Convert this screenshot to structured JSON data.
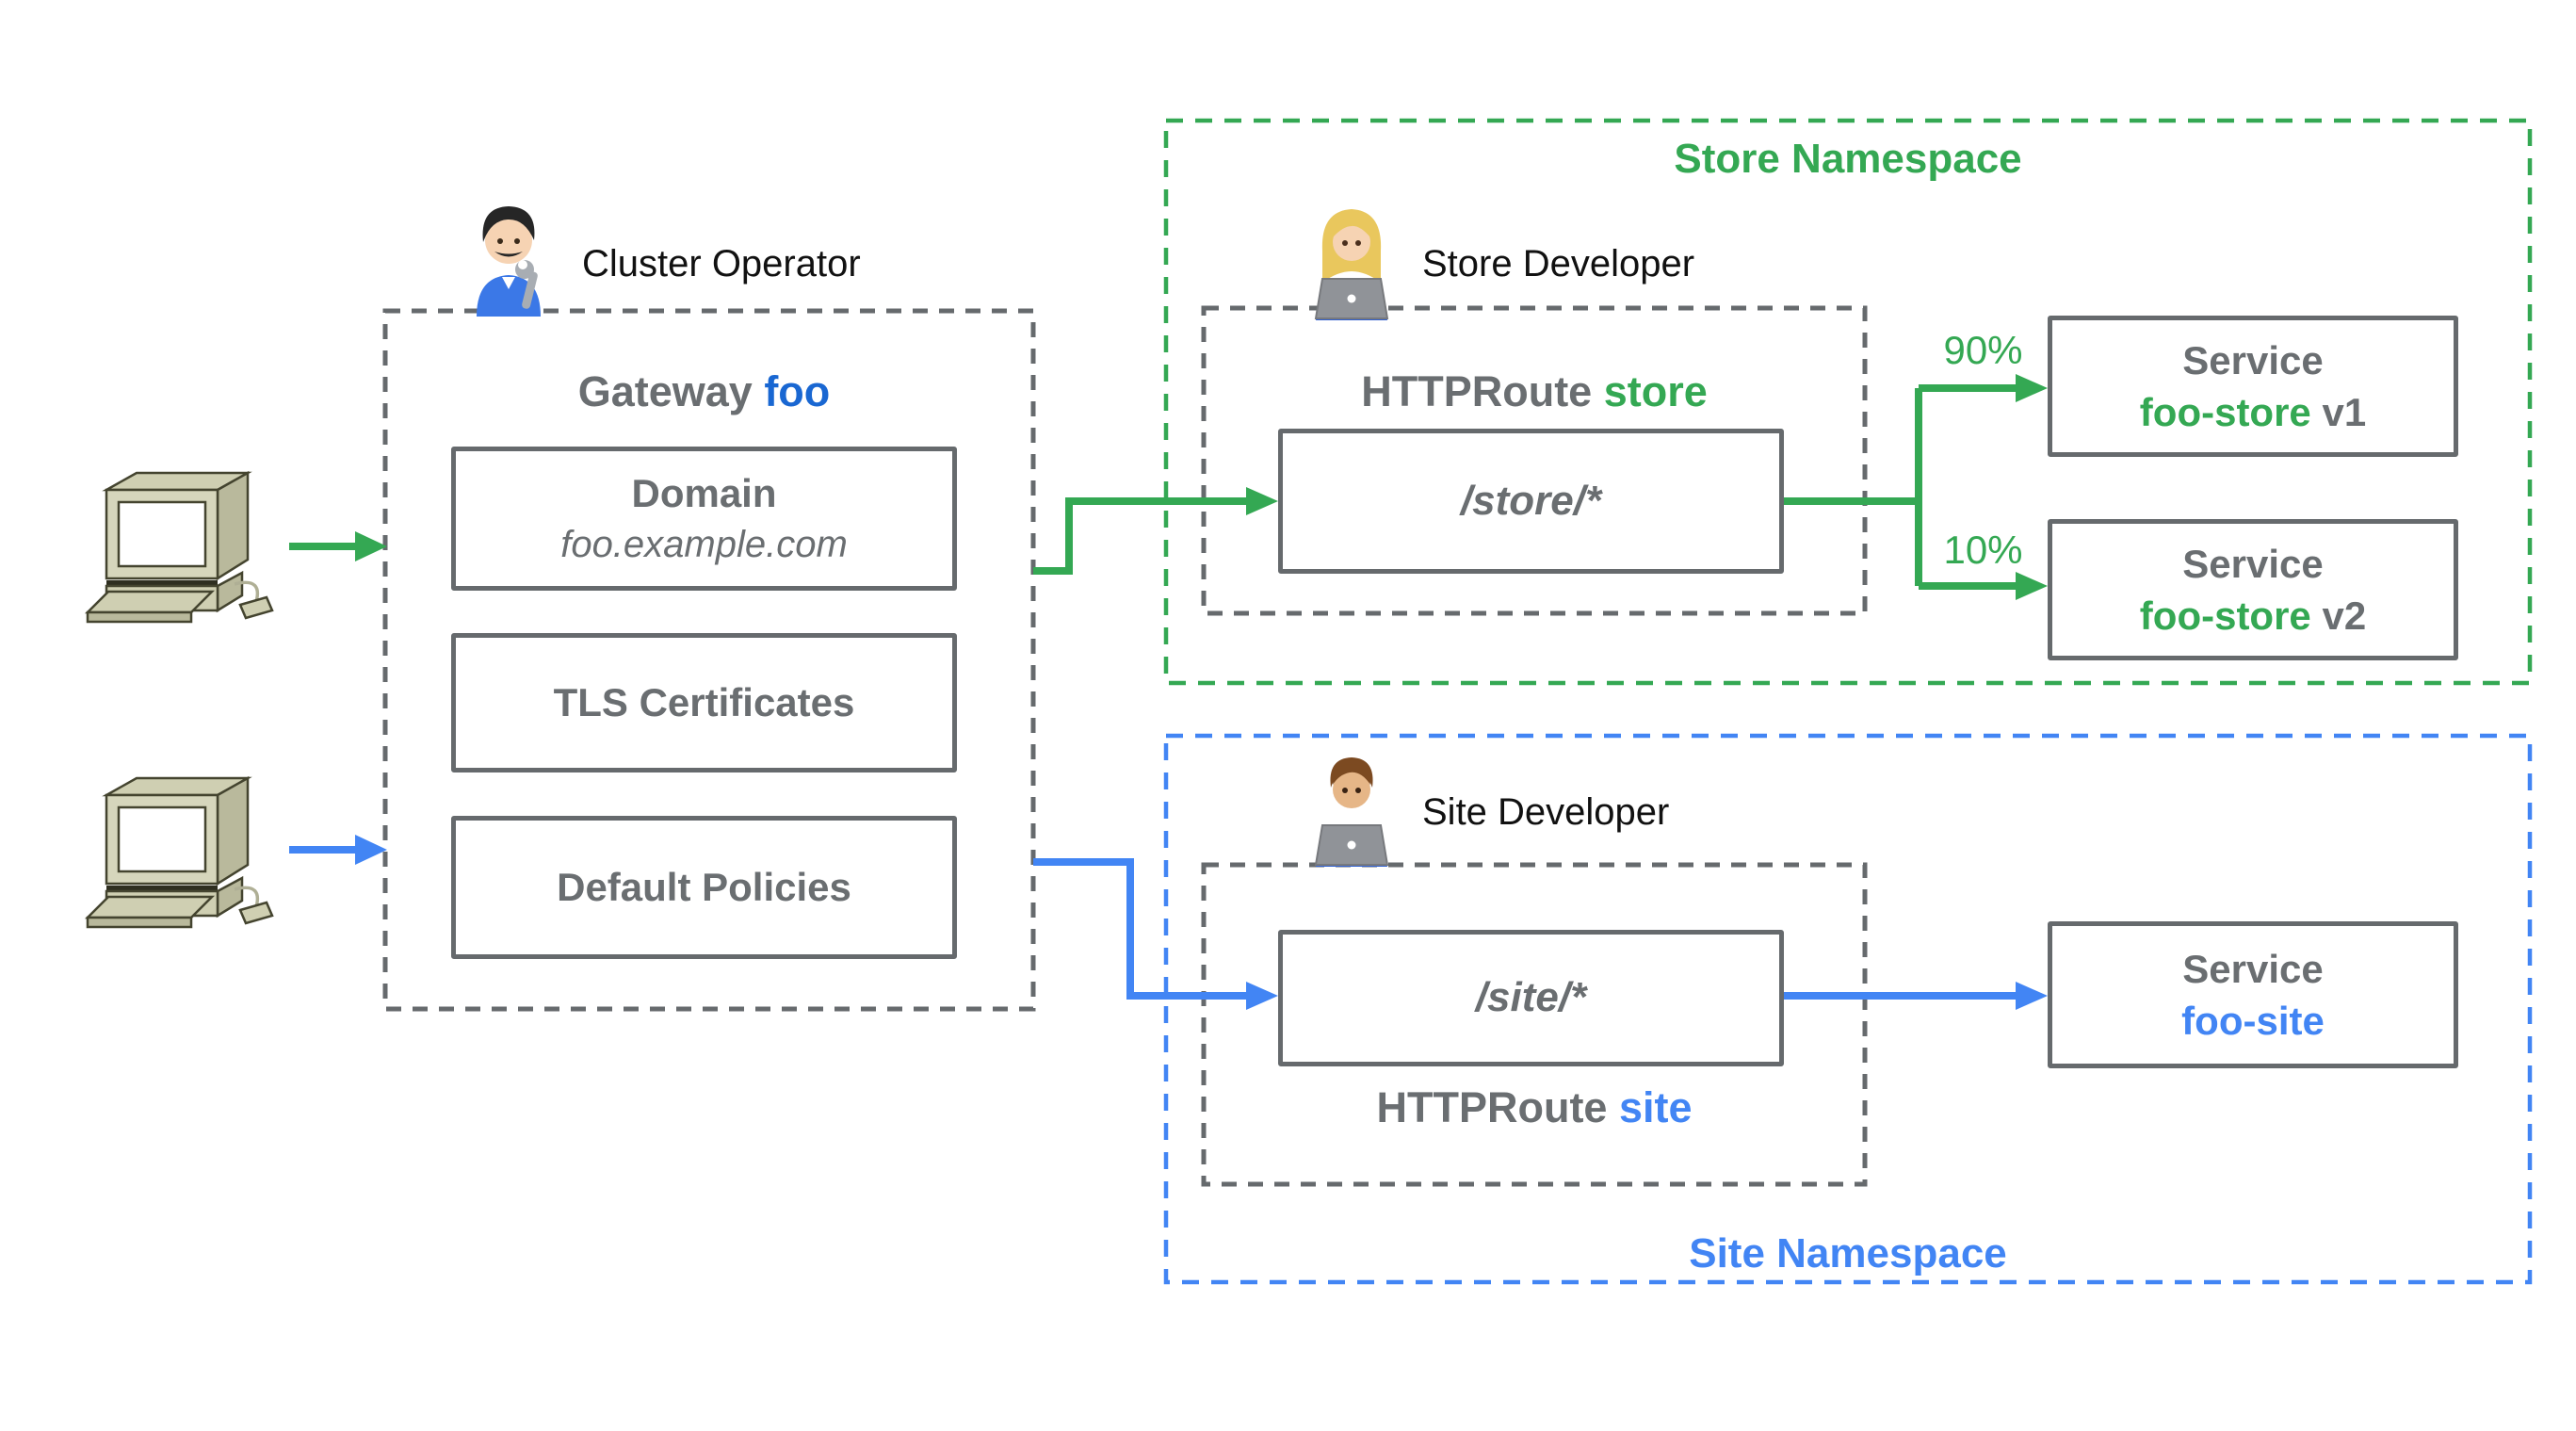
{
  "colors": {
    "green": "#34A853",
    "blue": "#4285F4",
    "blue_dark": "#1967D2",
    "gray": "#666A6D",
    "black": "#111111"
  },
  "clients": {
    "top": {
      "icon": "desktop-computer-icon",
      "arrow_color": "#34A853"
    },
    "bottom": {
      "icon": "desktop-computer-icon",
      "arrow_color": "#4285F4"
    }
  },
  "gateway": {
    "operator_label": "Cluster Operator",
    "operator_icon": "man-mechanic-emoji",
    "title_prefix": "Gateway ",
    "title_name": "foo",
    "domain_box": {
      "title": "Domain",
      "value": "foo.example.com"
    },
    "tls_box": {
      "title": "TLS Certificates"
    },
    "policies_box": {
      "title": "Default Policies"
    }
  },
  "store_namespace": {
    "label": "Store Namespace",
    "developer_label": "Store Developer",
    "developer_icon": "woman-technologist-emoji",
    "httproute_prefix": "HTTPRoute ",
    "httproute_name": "store",
    "route_match": "/store/*",
    "weight_v1": "90%",
    "weight_v2": "10%",
    "service_v1": {
      "line1": "Service",
      "name": "foo-store",
      "suffix": " v1"
    },
    "service_v2": {
      "line1": "Service",
      "name": "foo-store",
      "suffix": " v2"
    }
  },
  "site_namespace": {
    "label": "Site Namespace",
    "developer_label": "Site Developer",
    "developer_icon": "man-technologist-emoji",
    "httproute_prefix": "HTTPRoute ",
    "httproute_name": "site",
    "route_match": "/site/*",
    "service": {
      "line1": "Service",
      "name": "foo-site"
    }
  }
}
